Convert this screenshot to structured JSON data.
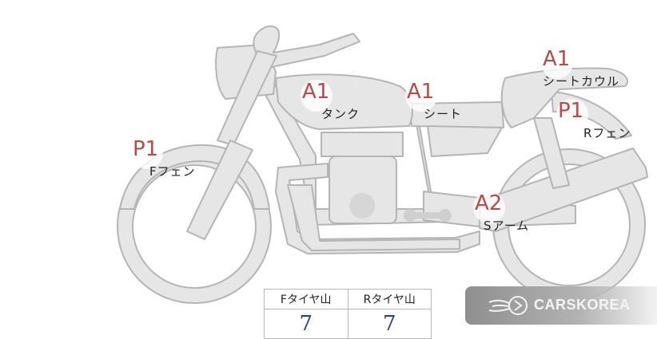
{
  "colors": {
    "body_fill": "#e6e6e6",
    "body_stroke": "#b5b5b5",
    "code_text": "#b84a4a",
    "value_text": "#2a3e78"
  },
  "callouts": {
    "front_fender": {
      "code": "P1",
      "label": "Fフェン"
    },
    "tank": {
      "code": "A1",
      "label": "タンク"
    },
    "seat": {
      "code": "A1",
      "label": "シート"
    },
    "seat_cowl": {
      "code": "A1",
      "label": "シートカウル"
    },
    "rear_fender": {
      "code": "P1",
      "label": "Rフェン"
    },
    "swing_arm": {
      "code": "A2",
      "label": "Sアーム"
    }
  },
  "tread_table": {
    "front_header": "Fタイヤ山",
    "rear_header": "Rタイヤ山",
    "front_value": "7",
    "rear_value": "7"
  },
  "watermark": {
    "text": "CARSKOREA",
    "icon": "carskorea-logo-icon"
  }
}
